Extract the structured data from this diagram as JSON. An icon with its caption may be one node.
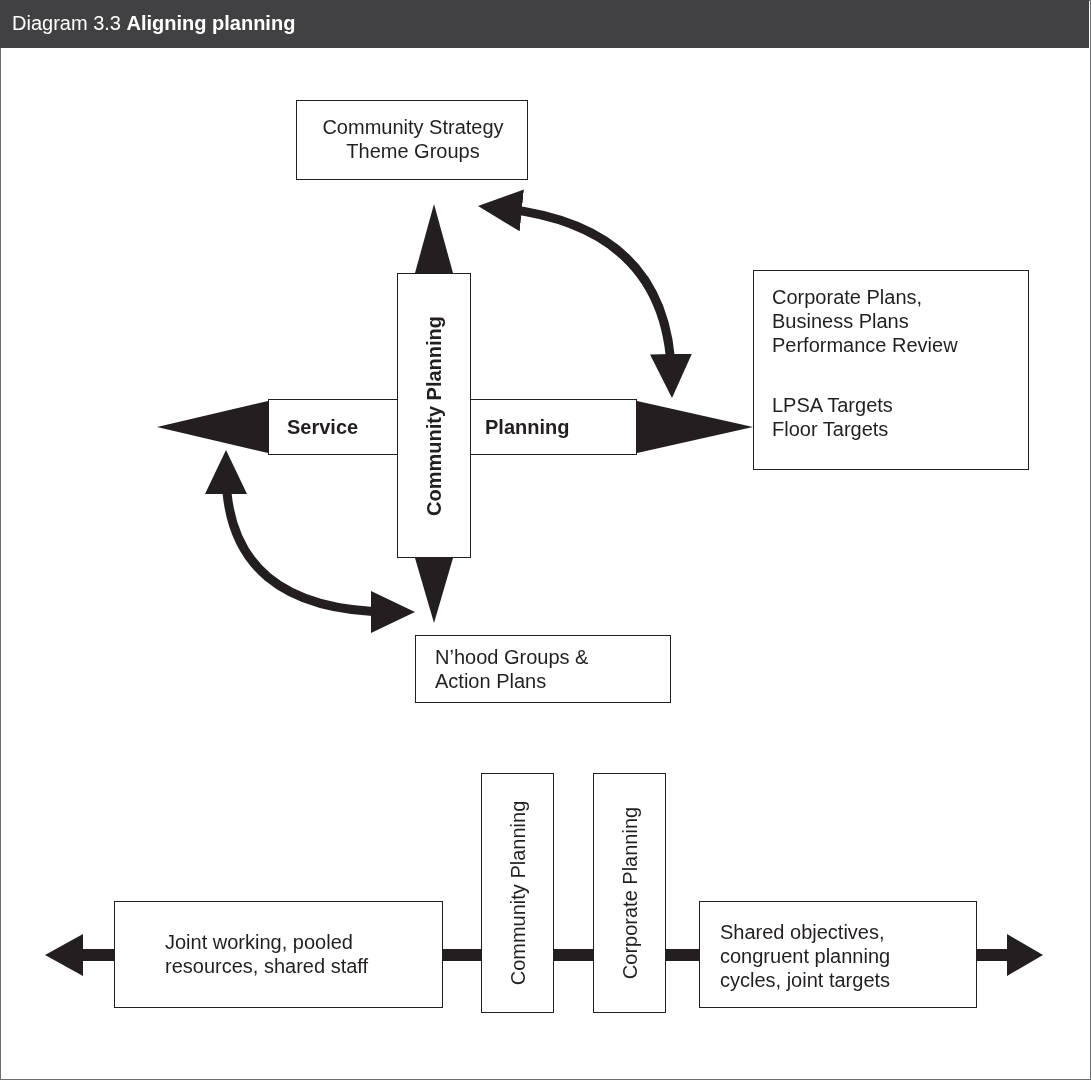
{
  "diagram": {
    "title": "Diagram 3.3 **Aligning planning**",
    "nodes": [
      {
        "text": [
          "Community Strategy Theme Groups"
        ]
      },
      {
        "text": [
          "Community Planning"
        ]
      },
      {
        "text": [
          "Service"
        ]
      },
      {
        "text": [
          "Planning"
        ]
      },
      {
        "text": [
          "Corporate Plans, Business Plans Performance Review",
          "LPSA Targets Floor Targets"
        ]
      },
      {
        "text": [
          "N’hood Groups & Action Plans"
        ]
      },
      {
        "text": [
          "Joint working, pooled resources, shared staff"
        ]
      },
      {
        "text": [
          "Community Planning"
        ]
      },
      {
        "text": [
          "Corporate Planning"
        ]
      },
      {
        "text": [
          "Shared objectives, congruent planning cycles, joint targets"
        ]
      }
    ],
    "edges": [
      {
        "from": 1,
        "to": null,
        "arrow": "to"
      },
      {
        "from": 1,
        "to": null,
        "arrow": "to"
      },
      {
        "from": 2,
        "to": null,
        "arrow": "to"
      },
      {
        "from": 3,
        "to": null,
        "arrow": "to"
      },
      {
        "from": 0,
        "to": 3,
        "arrow": "both"
      },
      {
        "from": 2,
        "to": 5,
        "arrow": "both"
      },
      {
        "from": 6,
        "to": null,
        "arrow": "to"
      },
      {
        "from": 6,
        "to": 7,
        "arrow": "none"
      },
      {
        "from": 7,
        "to": 8,
        "arrow": "none"
      },
      {
        "from": 8,
        "to": 9,
        "arrow": "none"
      },
      {
        "from": 9,
        "to": null,
        "arrow": "to"
      }
    ]
  }
}
